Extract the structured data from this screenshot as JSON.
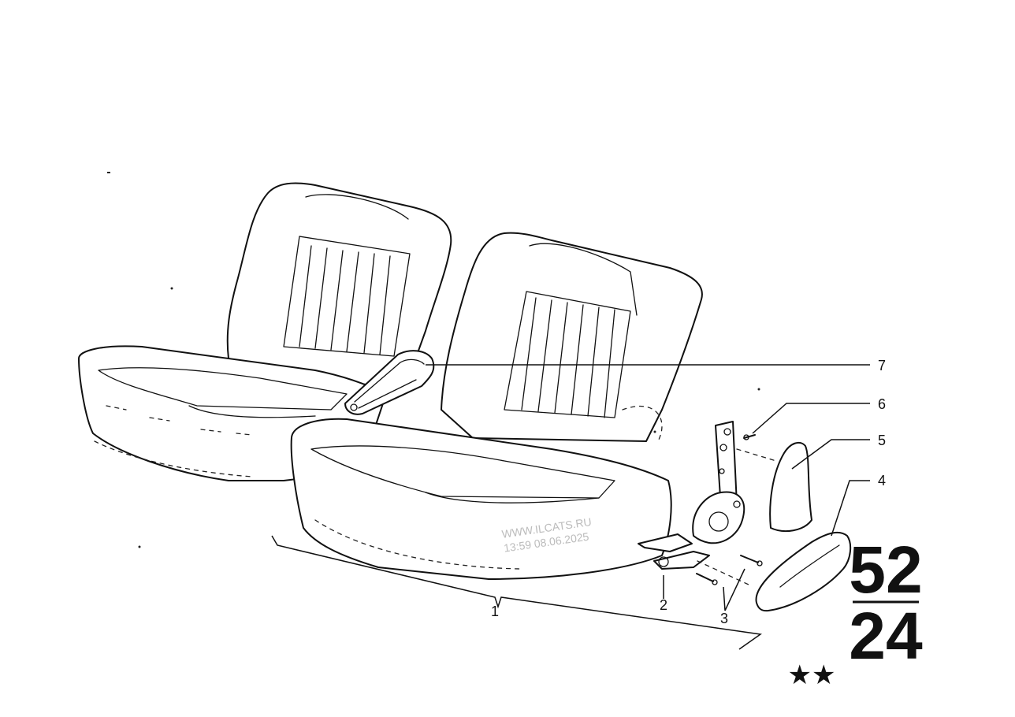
{
  "callouts": [
    "1",
    "2",
    "3",
    "4",
    "5",
    "6",
    "7"
  ],
  "watermark": {
    "line1": "WWW.ILCATS.RU",
    "line2": "13:59 08.06.2025"
  },
  "group_number": {
    "main": "52",
    "sub": "24"
  },
  "rating_stars": "★★"
}
